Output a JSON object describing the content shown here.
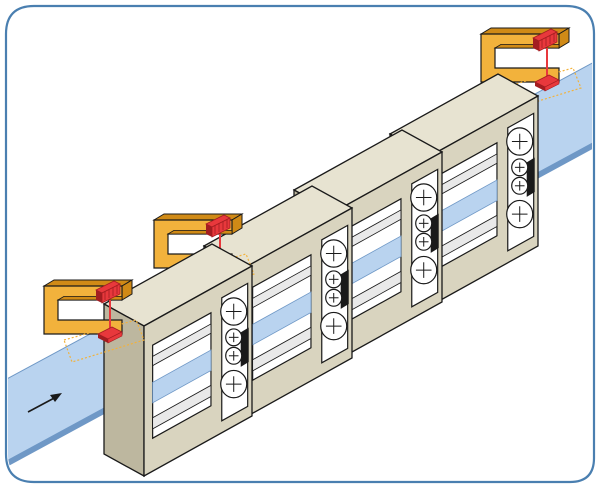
{
  "diagram": {
    "description_text": "",
    "colors": {
      "frame_border": "#4a7fb0",
      "strip_fill": "#b9d3ef",
      "strip_edge": "#6f98c6",
      "stand_front": "#d9d4bf",
      "stand_side": "#bdb79f",
      "stand_top": "#e7e3d1",
      "stand_outline": "#1a1a1a",
      "window_fill": "#ffffff",
      "roll_fill": "#ffffff",
      "gauge_body": "#f2b23c",
      "gauge_shade": "#d08a16",
      "sensor_red": "#e8383c",
      "sensor_dark": "#a31d21",
      "arrow": "#1a1a1a"
    },
    "stands": [
      {
        "name": "stand-1"
      },
      {
        "name": "stand-2"
      },
      {
        "name": "stand-3"
      },
      {
        "name": "stand-4"
      }
    ],
    "gauges": [
      {
        "name": "gauge-entry"
      },
      {
        "name": "gauge-between-1-2"
      },
      {
        "name": "gauge-exit"
      }
    ],
    "flow_direction_icon": "arrow-icon"
  }
}
